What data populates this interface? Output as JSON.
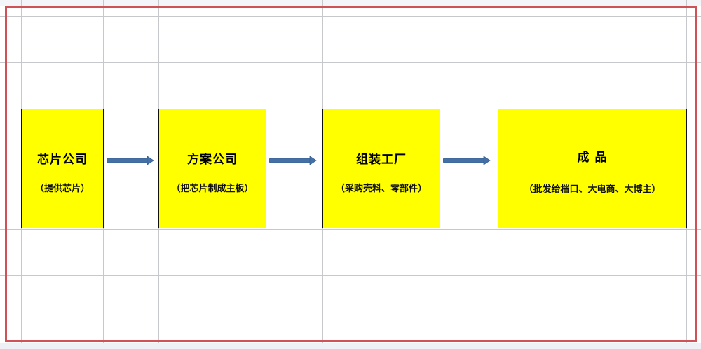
{
  "diagram": {
    "title": "",
    "colors": {
      "box_fill": "#ffff00",
      "box_border": "#111111",
      "arrow": "#4470a6",
      "frame": "#d05256",
      "gridline": "#c6c8cc"
    },
    "nodes": [
      {
        "id": "chip-company",
        "title": "芯片公司",
        "subtitle": "（提供芯片）"
      },
      {
        "id": "solution-company",
        "title": "方案公司",
        "subtitle": "（把芯片制成主板）"
      },
      {
        "id": "assembly-factory",
        "title": "组装工厂",
        "subtitle": "（采购壳料、零部件）"
      },
      {
        "id": "finished-product",
        "title": "成 品",
        "subtitle": "（批发给档口、大电商、大博主）"
      }
    ],
    "edges": [
      {
        "from": "chip-company",
        "to": "solution-company"
      },
      {
        "from": "solution-company",
        "to": "assembly-factory"
      },
      {
        "from": "assembly-factory",
        "to": "finished-product"
      }
    ]
  }
}
